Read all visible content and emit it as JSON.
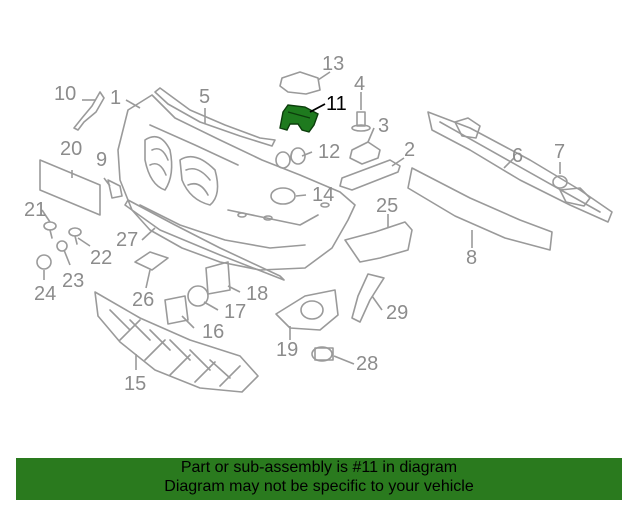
{
  "diagram": {
    "highlight_color": "#1e7a1e",
    "highlighted_part": "11",
    "callouts": [
      "1",
      "2",
      "3",
      "4",
      "5",
      "6",
      "7",
      "8",
      "9",
      "10",
      "11",
      "12",
      "13",
      "14",
      "15",
      "16",
      "17",
      "18",
      "19",
      "20",
      "21",
      "22",
      "23",
      "24",
      "25",
      "26",
      "27",
      "28",
      "29"
    ]
  },
  "footer": {
    "background": "#2a7a1e",
    "line1": "Part or sub-assembly is #11 in diagram",
    "line2": "Diagram may not be specific to your vehicle"
  }
}
